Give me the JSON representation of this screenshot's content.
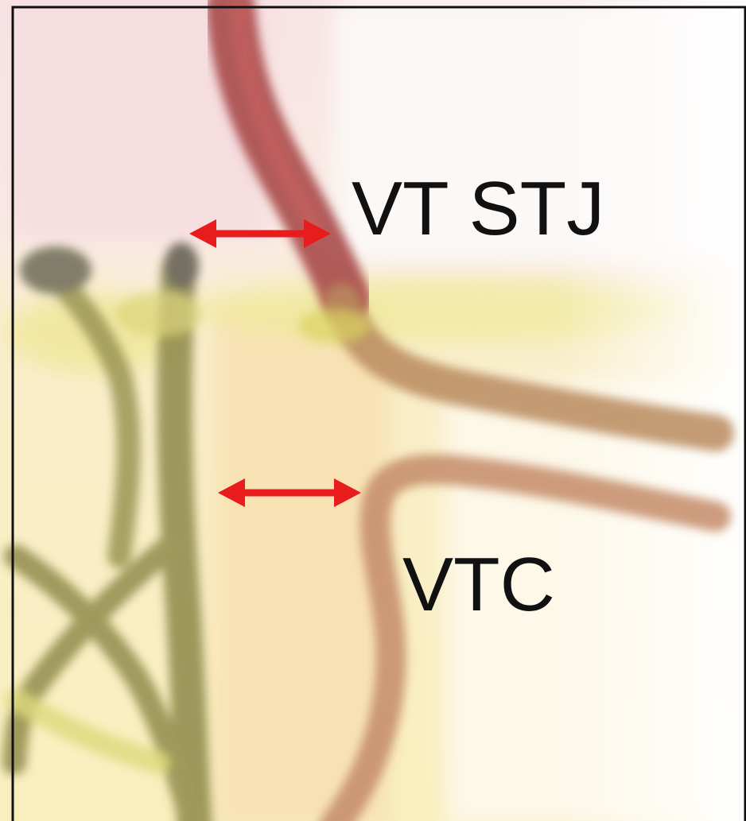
{
  "labels": {
    "stj": "VT STJ",
    "vtc": "VTC"
  },
  "colors": {
    "arrow": "#e81c1c",
    "frame_border": "#111111",
    "background_pink": "#f6dfe2",
    "background_yellow": "#f8ebb4",
    "vessel_red": "#a94545",
    "vessel_tan": "#c58f64",
    "valve_olive": "#8b8448"
  },
  "arrows": [
    {
      "name": "stj-width-arrow",
      "direction": "double-headed"
    },
    {
      "name": "vtc-width-arrow",
      "direction": "double-headed"
    }
  ]
}
